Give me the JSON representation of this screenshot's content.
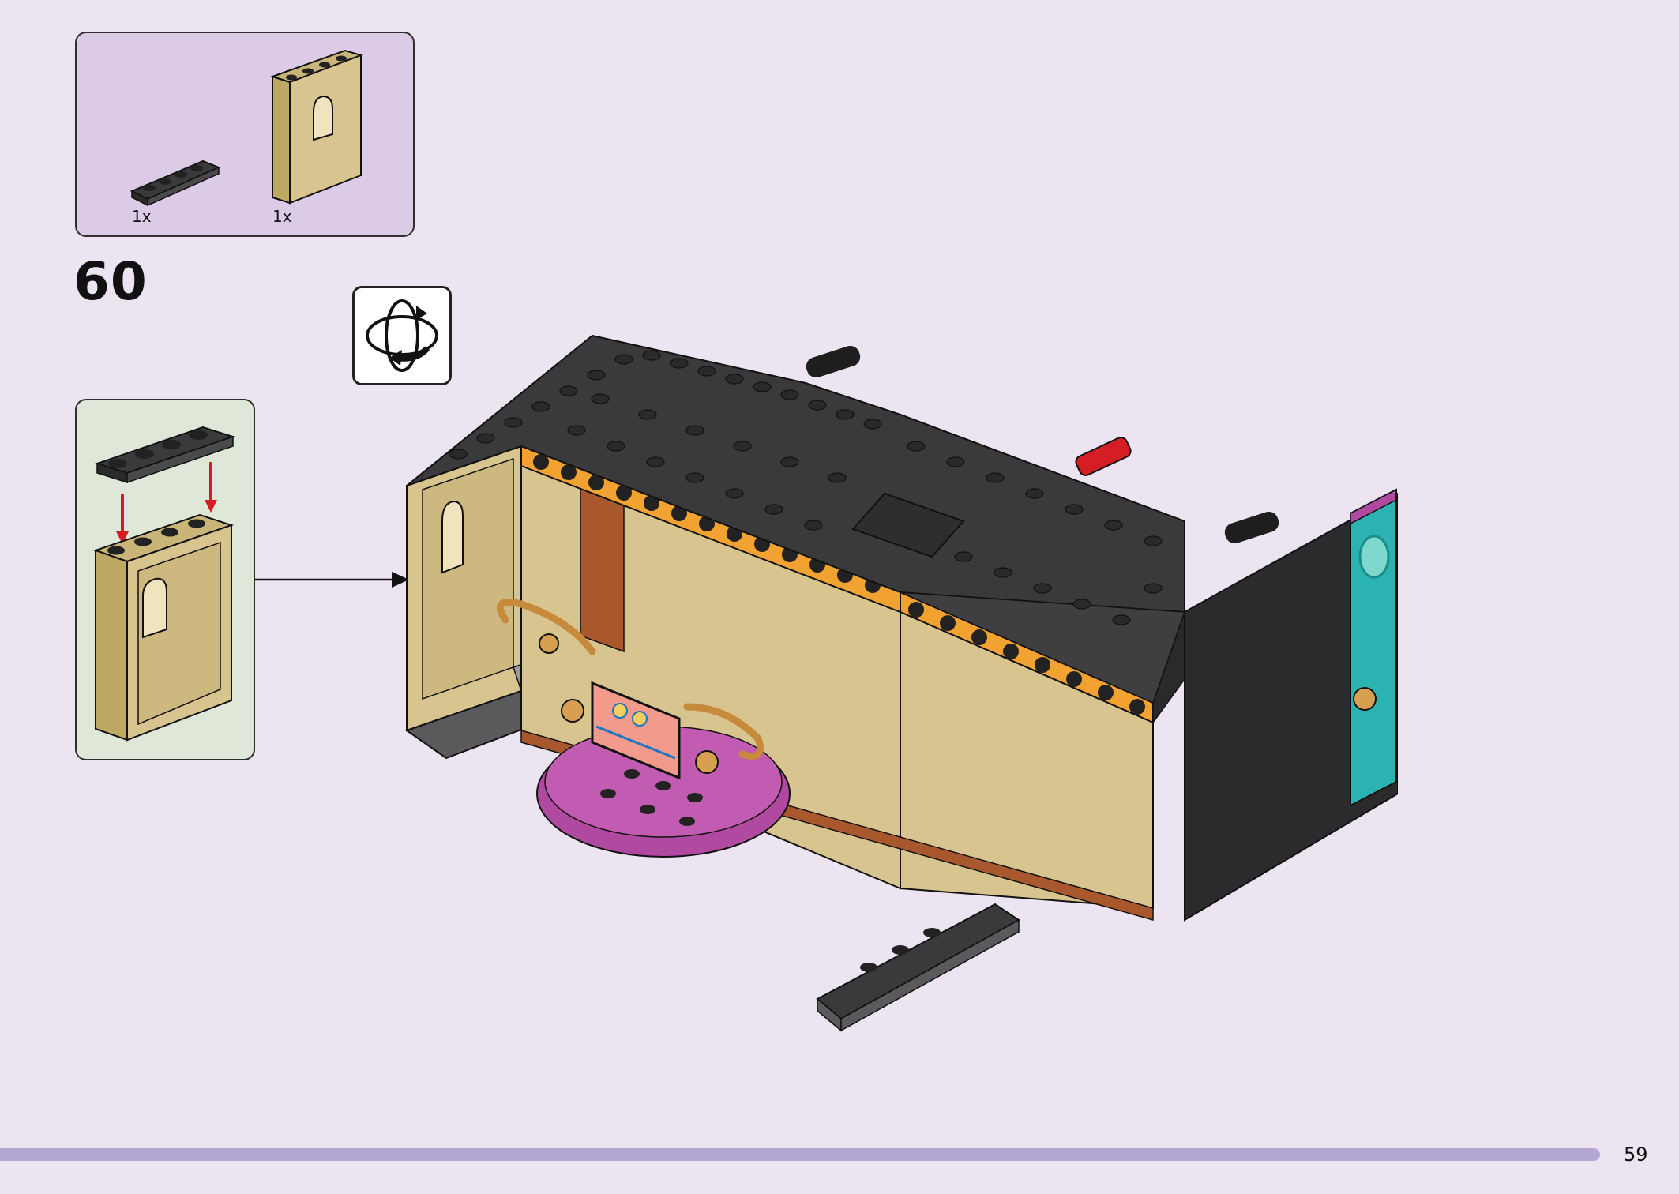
{
  "parts_list": {
    "items": [
      {
        "part": "black-plate-1x4",
        "quantity": "1x"
      },
      {
        "part": "tan-window-wall-panel",
        "quantity": "1x"
      }
    ]
  },
  "step": {
    "number": "60"
  },
  "rotate_icon": {
    "name": "rotate-model-icon"
  },
  "page": {
    "number": "59"
  },
  "colors": {
    "background": "#ede4f1",
    "parts_box": "#dccbe6",
    "sub_box": "#dfe8d8",
    "footer_bar": "#b4a6d2",
    "black_brick": "#3a3a3c",
    "tan_brick": "#d8c48e",
    "orange_lights": "#f2a230",
    "magenta_stage": "#b04aa0",
    "teal_door": "#2ab3b0",
    "red_arrow": "#d41e24"
  }
}
